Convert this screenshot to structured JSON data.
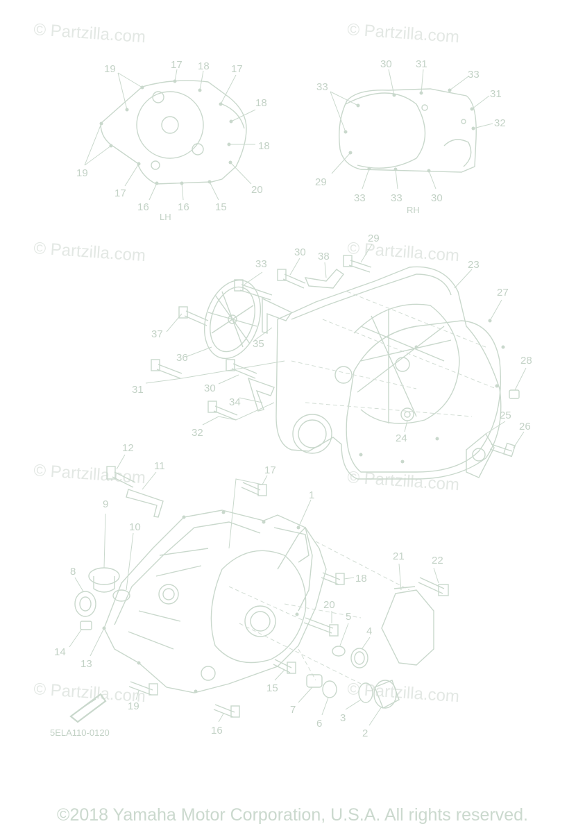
{
  "watermark": "© Partzilla.com",
  "diagram_code": "5ELA110-0120",
  "copyright": "©2018 Yamaha Motor Corporation, U.S.A. All rights reserved.",
  "gasket_labels": {
    "left": "LH",
    "right": "RH"
  },
  "callouts": {
    "lh": [
      "19",
      "17",
      "18",
      "17",
      "18",
      "18",
      "19",
      "17",
      "16",
      "16",
      "15",
      "20"
    ],
    "rh": [
      "33",
      "30",
      "31",
      "33",
      "31",
      "32",
      "29",
      "33",
      "33",
      "30"
    ],
    "mid": [
      "29",
      "30",
      "38",
      "33",
      "23",
      "27",
      "37",
      "35",
      "36",
      "31",
      "30",
      "34",
      "28",
      "32",
      "24",
      "25",
      "26"
    ],
    "low": [
      "12",
      "11",
      "17",
      "1",
      "9",
      "10",
      "8",
      "21",
      "22",
      "18",
      "20",
      "5",
      "4",
      "14",
      "13",
      "19",
      "15",
      "7",
      "6",
      "3",
      "2",
      "16"
    ]
  },
  "colors": {
    "line": "#c9d8cc",
    "text": "#c3d2c6",
    "watermark": "#e3e8e4"
  }
}
